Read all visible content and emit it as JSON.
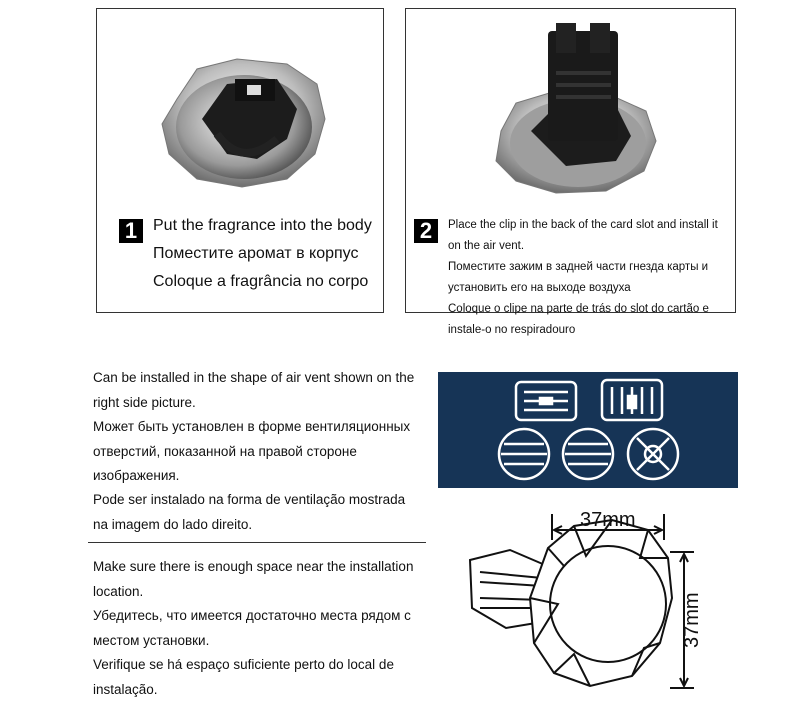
{
  "step1": {
    "number": "1",
    "lines": [
      "Put the fragrance into the body",
      "Поместите аромат в корпус",
      "Coloque a fragrância no corpo"
    ]
  },
  "step2": {
    "number": "2",
    "lines": [
      "Place the clip in the back of the card slot and install it",
      "on the air vent.",
      "Поместите зажим в задней части гнезда карты и",
      "установить его на выходе воздуха",
      "Coloque o clipe na parte de trás do slot do cartão e",
      "instale-o no respiradouro"
    ]
  },
  "vent_info": {
    "lines": [
      "Can be installed in the shape of air vent shown on the",
      "right side picture.",
      "Может быть установлен в форме вентиляционных",
      "отверстий, показанной на правой стороне",
      "изображения.",
      "Pode ser instalado na forma de ventilação mostrada",
      "na imagem do lado direito."
    ]
  },
  "space_info": {
    "lines": [
      "Make sure there is enough space near the installation",
      "location.",
      "Убедитесь, что имеется достаточно места рядом с",
      "местом установки.",
      "Verifique se há espaço suficiente perto do local de",
      "instalação."
    ]
  },
  "vent_shapes": [
    "rectangular-horizontal-vent-icon",
    "rectangular-vertical-vent-icon",
    "round-horizontal-vent-icon",
    "round-horizontal-vent-icon-2",
    "round-cross-vent-icon"
  ],
  "dimensions": {
    "width": "37mm",
    "height": "37mm"
  },
  "colors": {
    "vent_panel": "#163456",
    "text": "#111111",
    "chrome": "#c8c8c8",
    "clip": "#1a1a1a"
  }
}
